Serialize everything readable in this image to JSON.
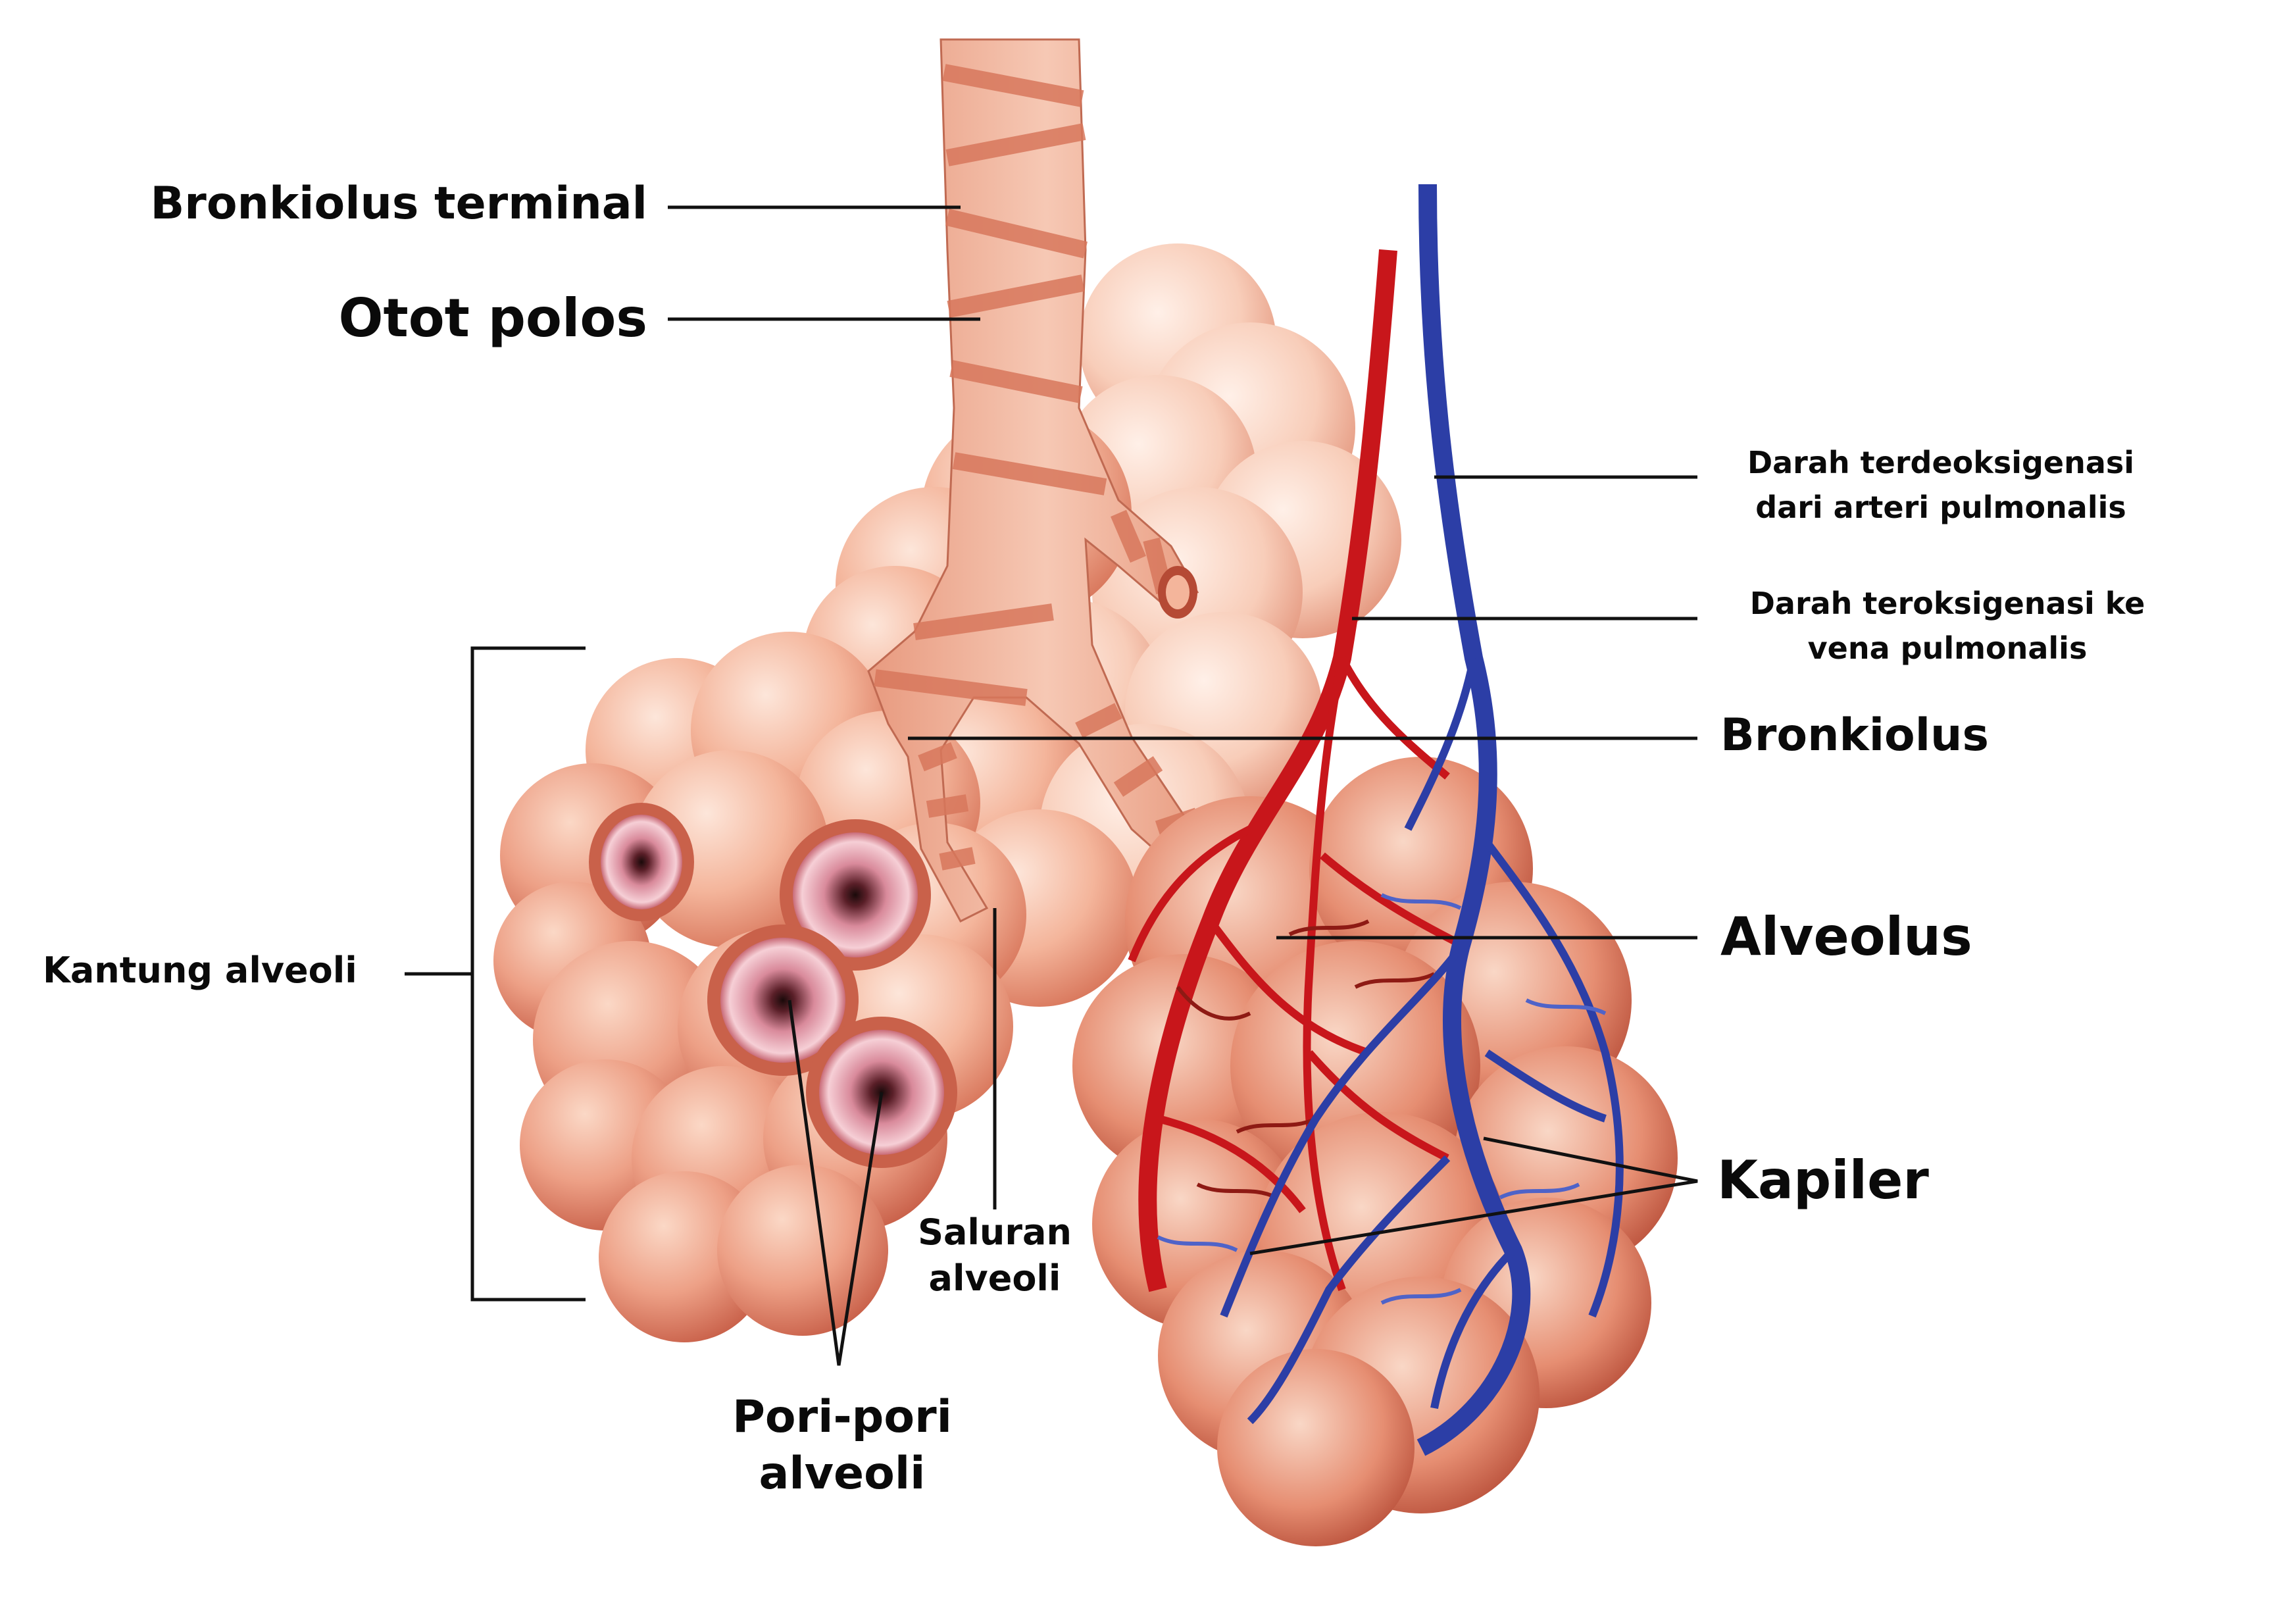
{
  "labels": {
    "bronkiolus_terminal": "Bronkiolus terminal",
    "otot_polos": "Otot polos",
    "kantung_alveoli": "Kantung alveoli",
    "darah_deoks_line1": "Darah terdeoksigenasi",
    "darah_deoks_line2": "dari arteri pulmonalis",
    "darah_oks_line1": "Darah teroksigenasi ke",
    "darah_oks_line2": "vena pulmonalis",
    "bronkiolus": "Bronkiolus",
    "alveolus": "Alveolus",
    "kapiler": "Kapiler",
    "saluran_line1": "Saluran",
    "saluran_line2": "alveoli",
    "pori_line1": "Pori-pori",
    "pori_line2": "alveoli"
  },
  "colors": {
    "alveoli_light": "#f8d2bf",
    "alveoli_mid": "#eea285",
    "alveoli_dark": "#c9614a",
    "bronchiole": "#efb39a",
    "smooth_muscle": "#d7775c",
    "artery_red": "#c8161b",
    "vein_blue": "#2c3ea6",
    "leader_line": "#111111"
  }
}
